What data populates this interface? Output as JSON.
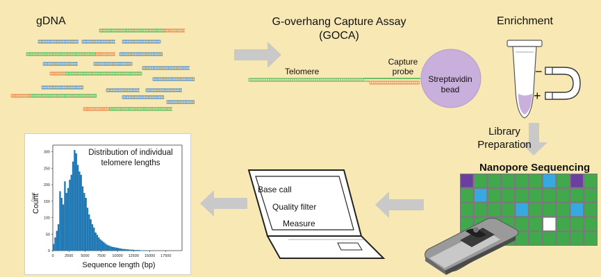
{
  "labels": {
    "gdna": "gDNA",
    "goca_line1": "G-overhang Capture Assay",
    "goca_line2": "(GOCA)",
    "enrichment": "Enrichment",
    "telomere": "Telomere",
    "capture_line1": "Capture",
    "capture_line2": "probe",
    "strep_line1": "Streptavidin",
    "strep_line2": "bead",
    "libprep_line1": "Library",
    "libprep_line2": "Preparation",
    "nanopore": "Nanopore Sequencing",
    "basecall": "Base call",
    "quality": "Quality filter",
    "measure": "Measure",
    "magnet_minus": "−",
    "magnet_plus": "+"
  },
  "colors": {
    "background": "#f7e8b4",
    "telomere_green": "#3bb04a",
    "probe_orange": "#e8773a",
    "gdna_blue": "#3f7fc0",
    "bead_purple": "#c9b0dc",
    "arrow_gray": "#c9c9c9",
    "hist_blue": "#1f77b4",
    "flowcell_green": "#3fa94b",
    "flowcell_blue": "#35a9e0",
    "flowcell_purple": "#6b3fa0"
  },
  "chart_data": {
    "type": "bar",
    "title": "Distribution of individual telomere lengths",
    "xlabel": "Sequence length (bp)",
    "ylabel": "Count",
    "ylabel_small": "Count",
    "xlim": [
      0,
      20000
    ],
    "ylim": [
      0,
      320
    ],
    "xticks": [
      "0",
      "2500",
      "5000",
      "7500",
      "10000",
      "12500",
      "15000",
      "17500"
    ],
    "yticks": [
      "0",
      "50",
      "100",
      "150",
      "200",
      "250",
      "300"
    ],
    "bin_width": 250,
    "values": [
      20,
      40,
      60,
      80,
      180,
      160,
      140,
      210,
      175,
      190,
      215,
      230,
      270,
      305,
      295,
      260,
      240,
      230,
      195,
      175,
      160,
      130,
      110,
      95,
      80,
      70,
      55,
      48,
      40,
      34,
      30,
      26,
      22,
      18,
      16,
      14,
      12,
      11,
      10,
      9,
      8,
      7,
      6,
      5,
      5,
      4,
      4,
      3,
      3,
      3,
      2,
      2,
      2,
      2,
      1,
      1,
      1,
      1,
      1,
      1
    ]
  },
  "flowcell_grid": [
    [
      "P",
      "G",
      "G",
      "G",
      "G",
      "G",
      "B",
      "G",
      "P",
      "G"
    ],
    [
      "G",
      "B",
      "G",
      "G",
      "G",
      "G",
      "G",
      "G",
      "G",
      "G"
    ],
    [
      "G",
      "G",
      "G",
      "G",
      "B",
      "G",
      "G",
      "G",
      "B",
      "G"
    ],
    [
      "G",
      "G",
      "G",
      "G",
      "G",
      "G",
      "W",
      "G",
      "G",
      "G"
    ],
    [
      "G",
      "G",
      "B",
      "G",
      "G",
      "G",
      "G",
      "G",
      "G",
      "G"
    ]
  ]
}
